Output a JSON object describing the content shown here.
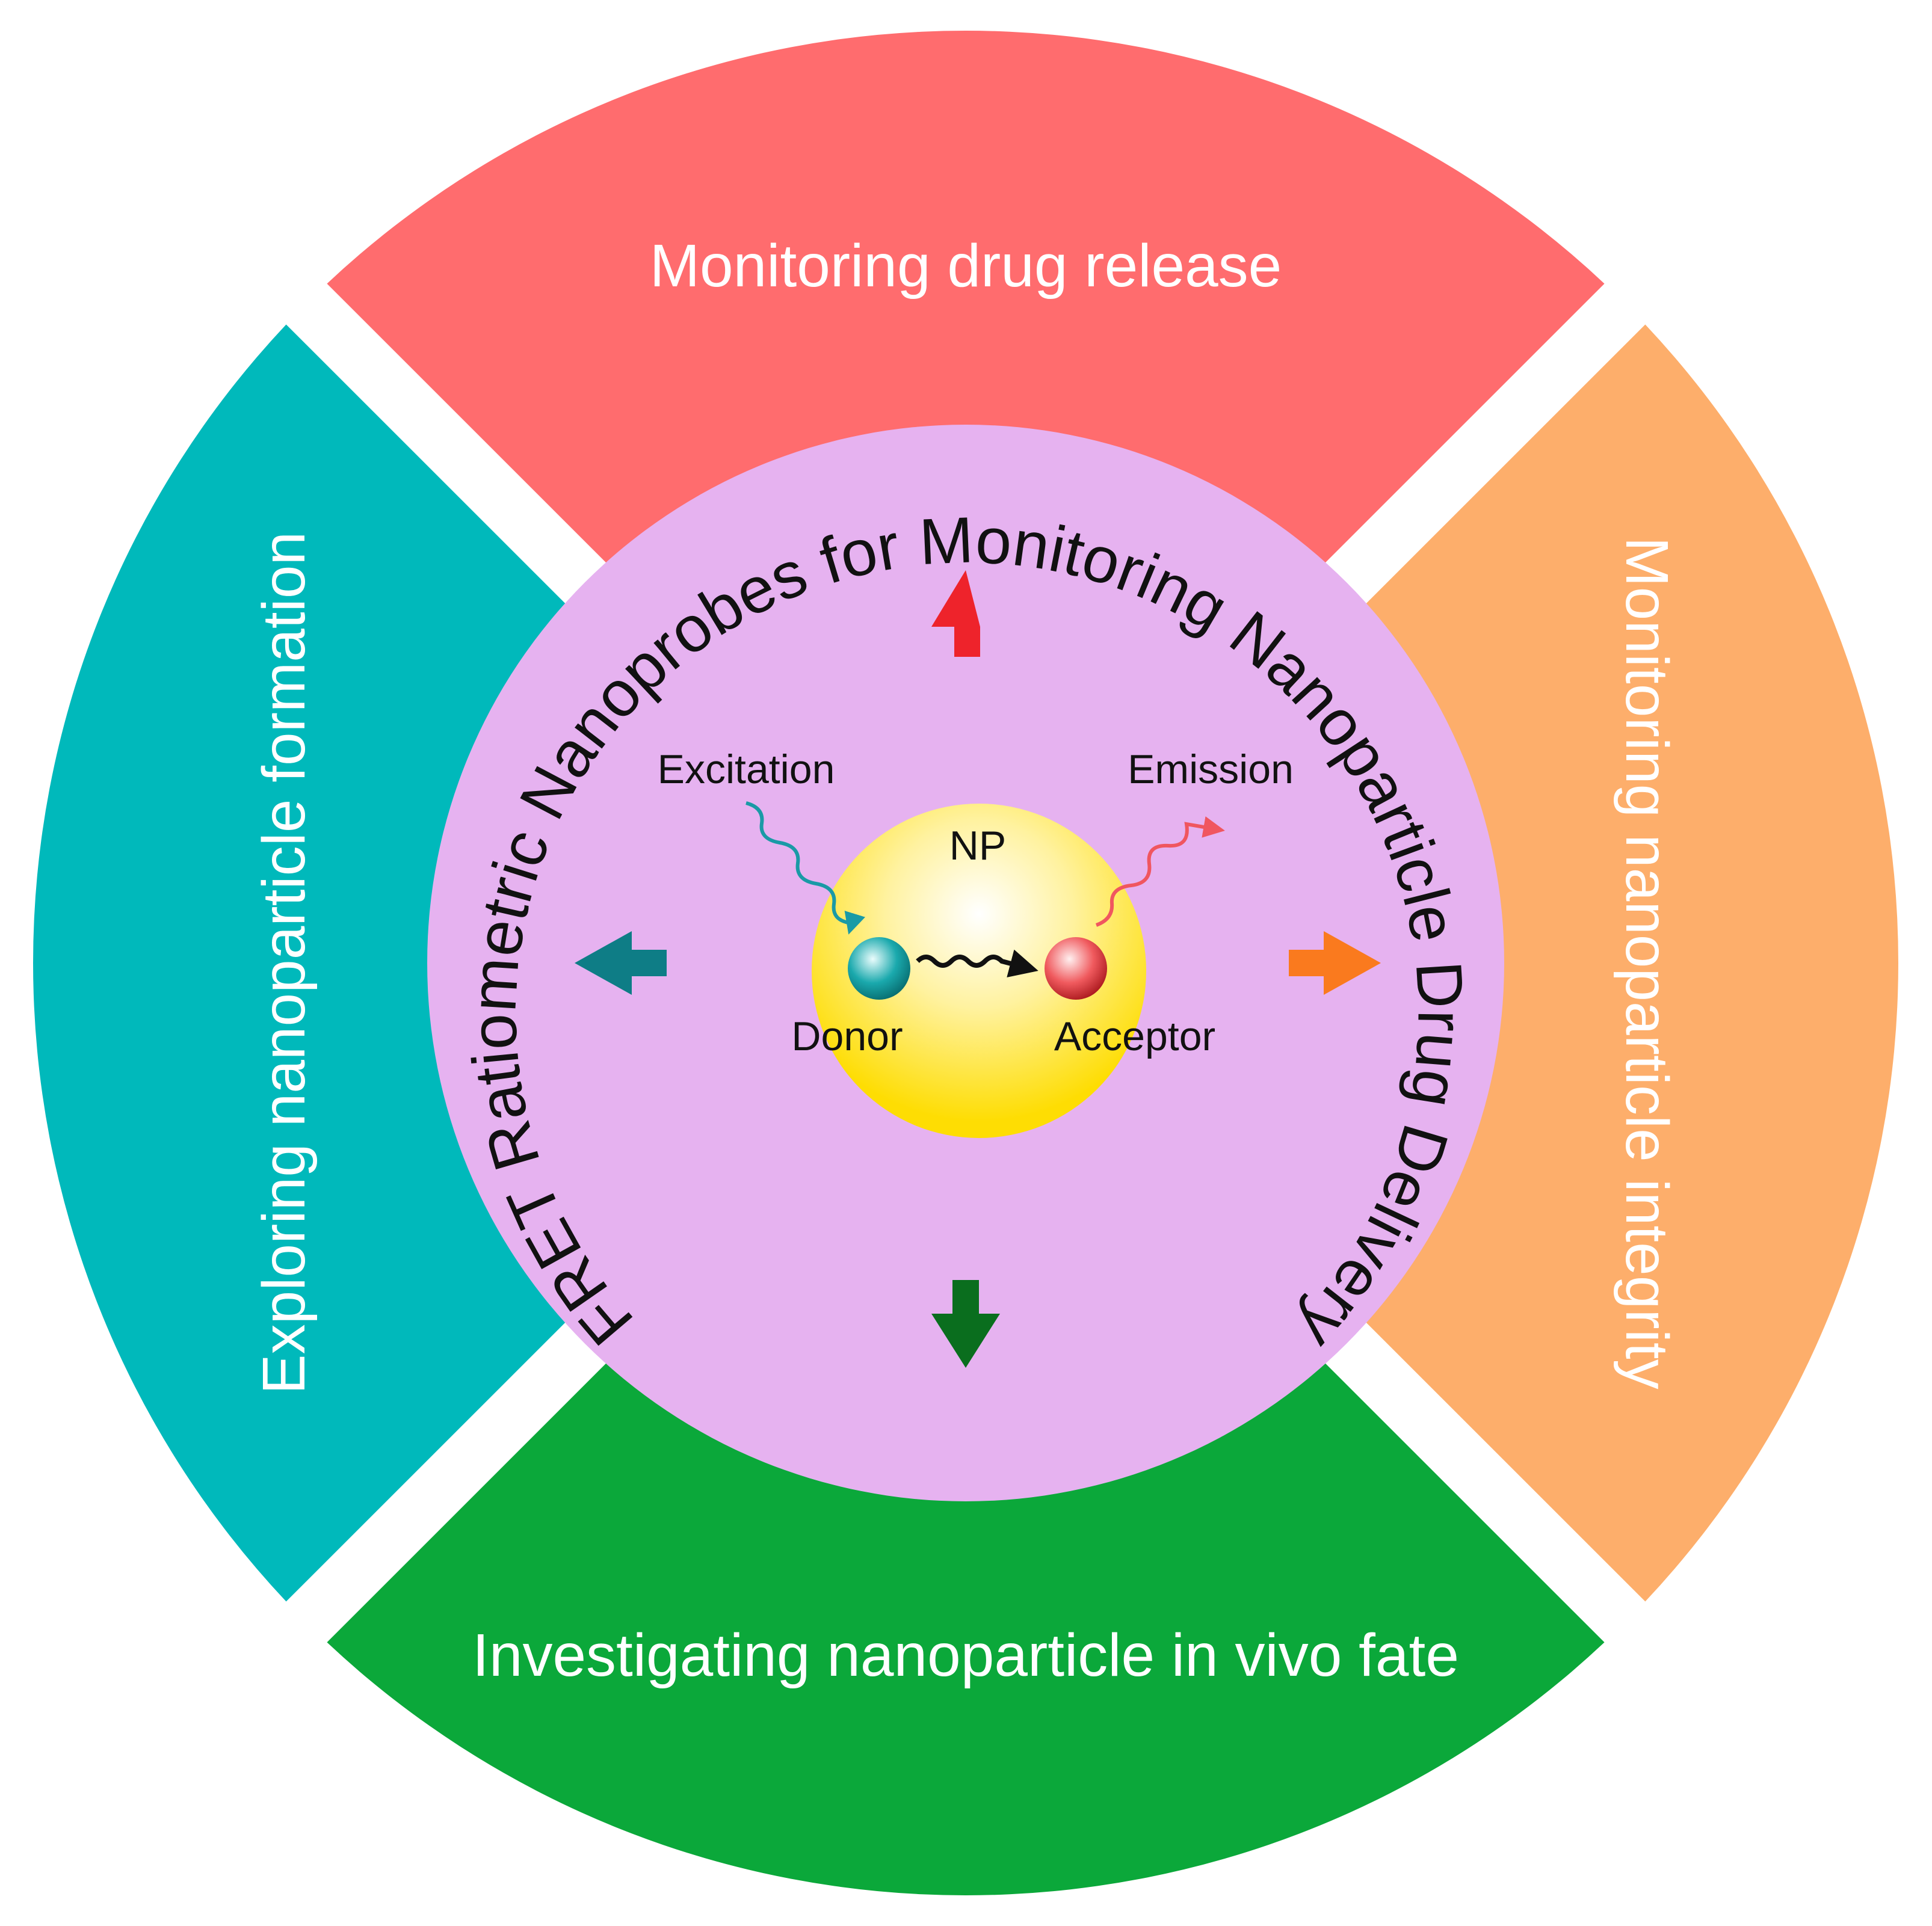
{
  "title": "FRET Ratiometric Nanoprobes for Monitoring Nanoparticle Drug Delivery",
  "segments": {
    "top": {
      "label": "Monitoring drug release",
      "color": "#ff6c6e",
      "arrow_color": "#ee232b"
    },
    "right": {
      "label": "Monitoring nanoparticle integrity",
      "color": "#fdae6b",
      "arrow_color": "#fa7a1e"
    },
    "bottom": {
      "label": "Investigating nanoparticle in vivo fate",
      "color": "#0ba83a",
      "arrow_color": "#0a6e1e"
    },
    "left": {
      "label": "Exploring nanoparticle formation",
      "color": "#00b9bb",
      "arrow_color": "#0e7d86"
    }
  },
  "center": {
    "disc_color": "#e6b2f0",
    "np_label": "NP",
    "np_color": "#fedd03",
    "excitation_label": "Excitation",
    "emission_label": "Emission",
    "donor_label": "Donor",
    "acceptor_label": "Acceptor",
    "donor_color": "#1aa9ad",
    "acceptor_color": "#f05a5e"
  }
}
